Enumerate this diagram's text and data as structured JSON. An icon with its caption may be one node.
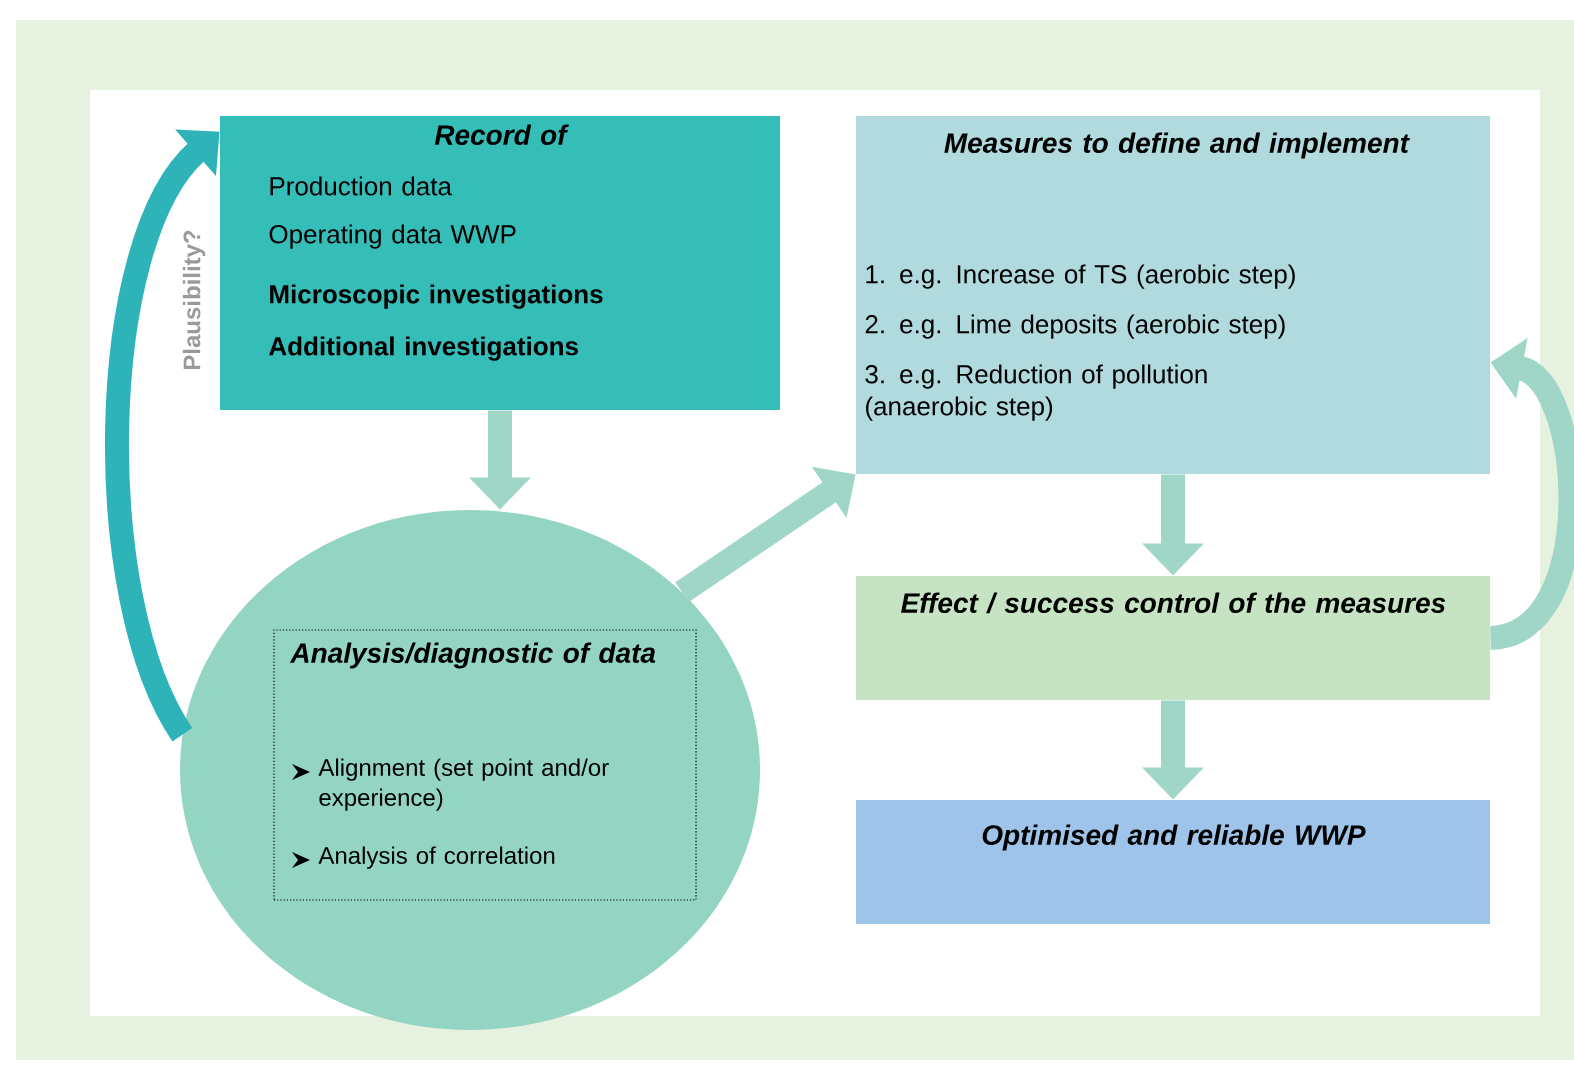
{
  "diagram": {
    "nodes": [
      {
        "text": [
          "Record of",
          "Production data",
          "Operating data WWP",
          "Microscopic investigations",
          "Additional investigations"
        ]
      },
      {
        "text": [],
        "shape": "circle"
      },
      {
        "text": [
          "Analysis/diagnostic of data",
          "Alignment (set point and/or experience)",
          "Analysis of correlation"
        ],
        "in": 1
      },
      {
        "text": [
          "Measures to define and implement",
          "1. e.g. Increase of TS (aerobic step)",
          "2. e.g. Lime deposits (aerobic step)",
          "3. e.g. Reduction of pollution (anaerobic step)"
        ]
      },
      {
        "text": [
          "Effect / success control of the measures"
        ]
      },
      {
        "text": [
          "Optimised and reliable WWP"
        ]
      }
    ],
    "edges": [
      {
        "from": 0,
        "to": 1,
        "arrow": "to"
      },
      {
        "from": 1,
        "to": 0,
        "arrow": "to",
        "label": "Plausibility?",
        "color": "#2db3b8"
      },
      {
        "from": 1,
        "to": 3,
        "arrow": "to"
      },
      {
        "from": 3,
        "to": 4,
        "arrow": "to"
      },
      {
        "from": 4,
        "to": 3,
        "arrow": "to"
      },
      {
        "from": 4,
        "to": 5,
        "arrow": "to"
      }
    ]
  }
}
